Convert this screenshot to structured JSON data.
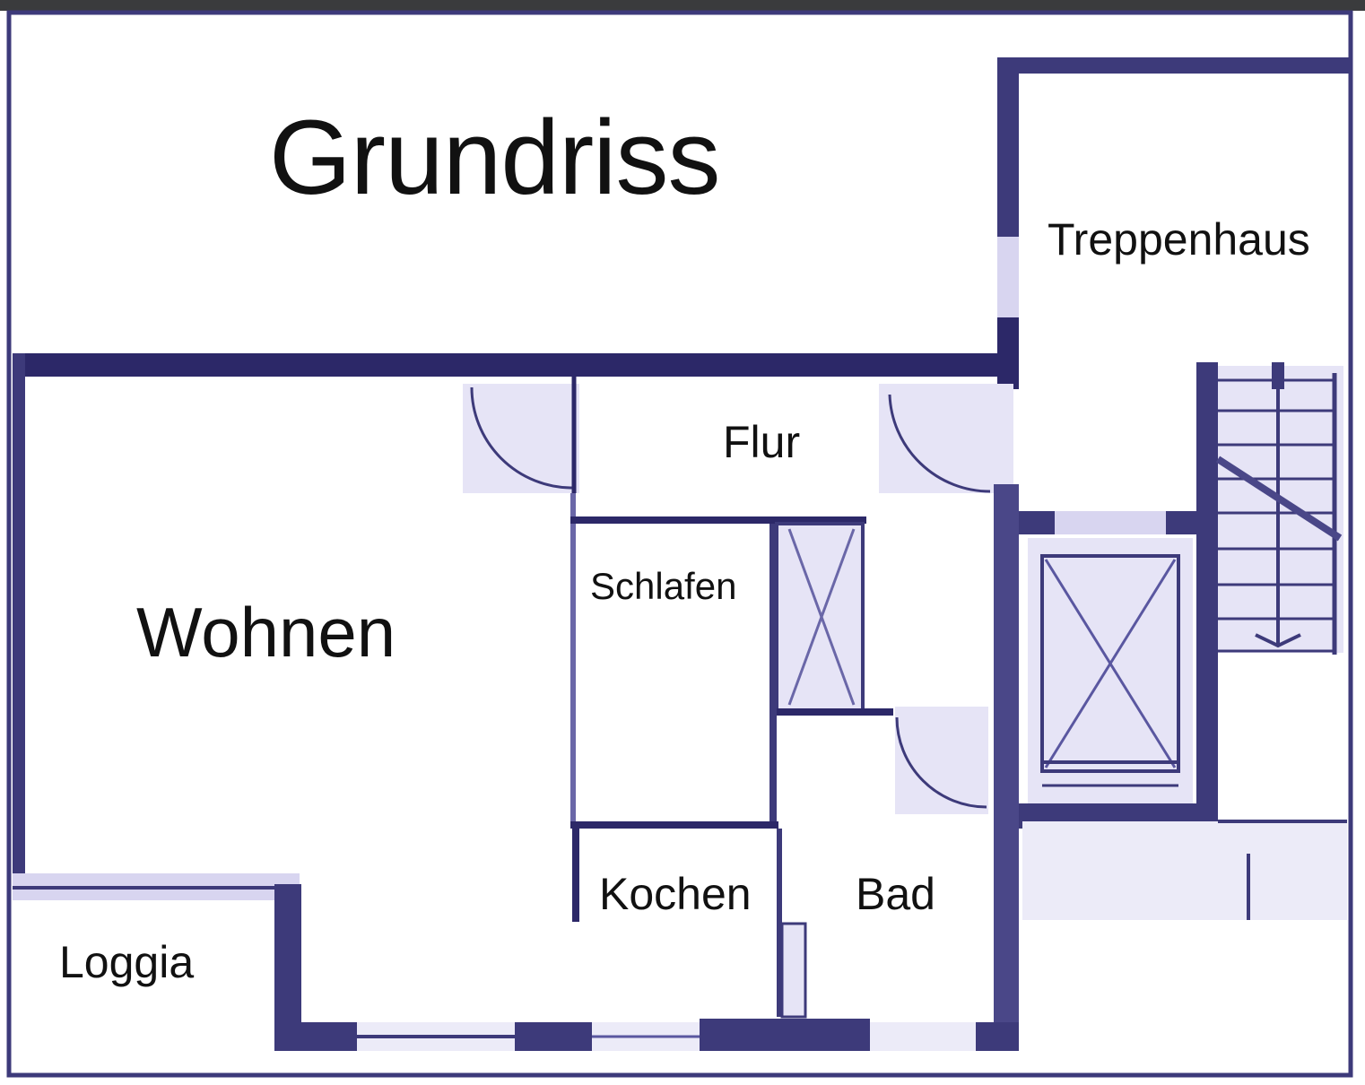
{
  "title": "Grundriss",
  "rooms": {
    "treppenhaus": "Treppenhaus",
    "flur": "Flur",
    "schlafen": "Schlafen",
    "wohnen": "Wohnen",
    "kochen": "Kochen",
    "bad": "Bad",
    "loggia": "Loggia"
  },
  "colors": {
    "wall": "#3d3a7a",
    "wall_dark": "#2c2868",
    "fill_light": "#e6e4f6",
    "fill_hatch": "#d8d5f0",
    "window_bar": "#3a3b3d",
    "text": "#111111"
  }
}
